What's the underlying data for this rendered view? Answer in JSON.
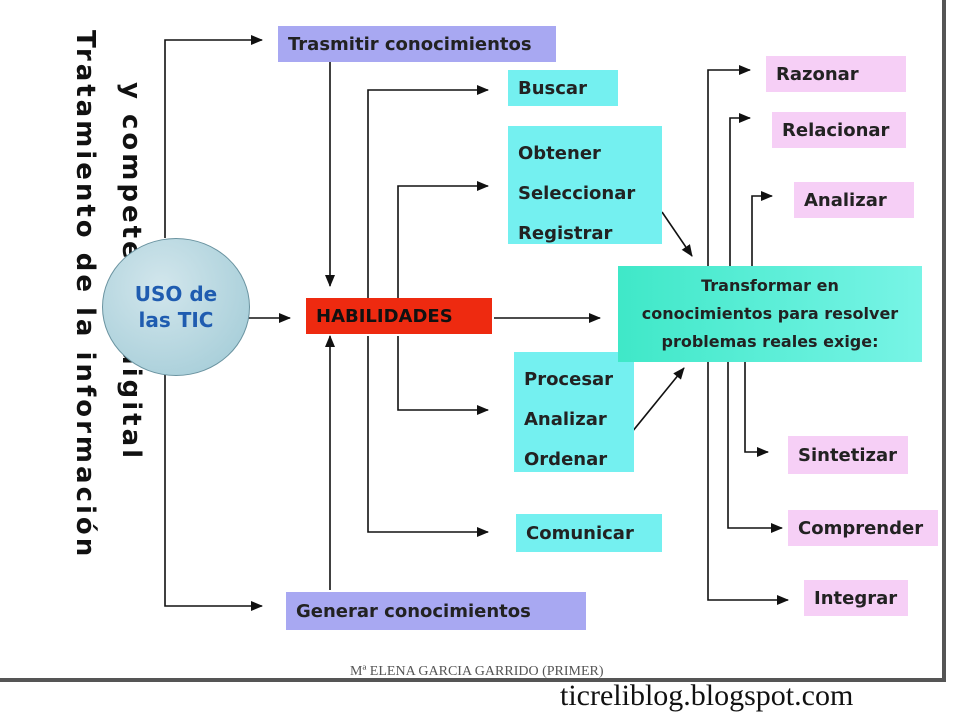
{
  "vertical_left": "Tratamiento de la información",
  "vertical_right": "y competencia digital",
  "center_circle": {
    "line1": "USO de",
    "line2": "las TIC"
  },
  "top_box": "Trasmitir conocimientos",
  "bottom_box": "Generar conocimientos",
  "habilidades": "HABILIDADES",
  "skills": {
    "buscar": "Buscar",
    "group1": [
      "Obtener",
      "Seleccionar",
      "Registrar"
    ],
    "group2": [
      "Procesar",
      "Analizar",
      "Ordenar"
    ],
    "comunicar": "Comunicar"
  },
  "transform": {
    "line1": "Transformar en",
    "line2": "conocimientos para resolver",
    "line3": "problemas reales exige:"
  },
  "outcomes": [
    "Razonar",
    "Relacionar",
    "Analizar",
    "Sintetizar",
    "Comprender",
    "Integrar"
  ],
  "watermark": "Mª ELENA GARCIA GARRIDO (PRIMER)",
  "site": "ticreliblog.blogspot.com",
  "colors": {
    "blue_box": "#a8a8f2",
    "cyan_box": "#74f0f0",
    "pink_box": "#f6cff6",
    "red_box": "#ee2a10",
    "teal_box": "#3fe8c8",
    "circle_text": "#1f5cb0"
  }
}
